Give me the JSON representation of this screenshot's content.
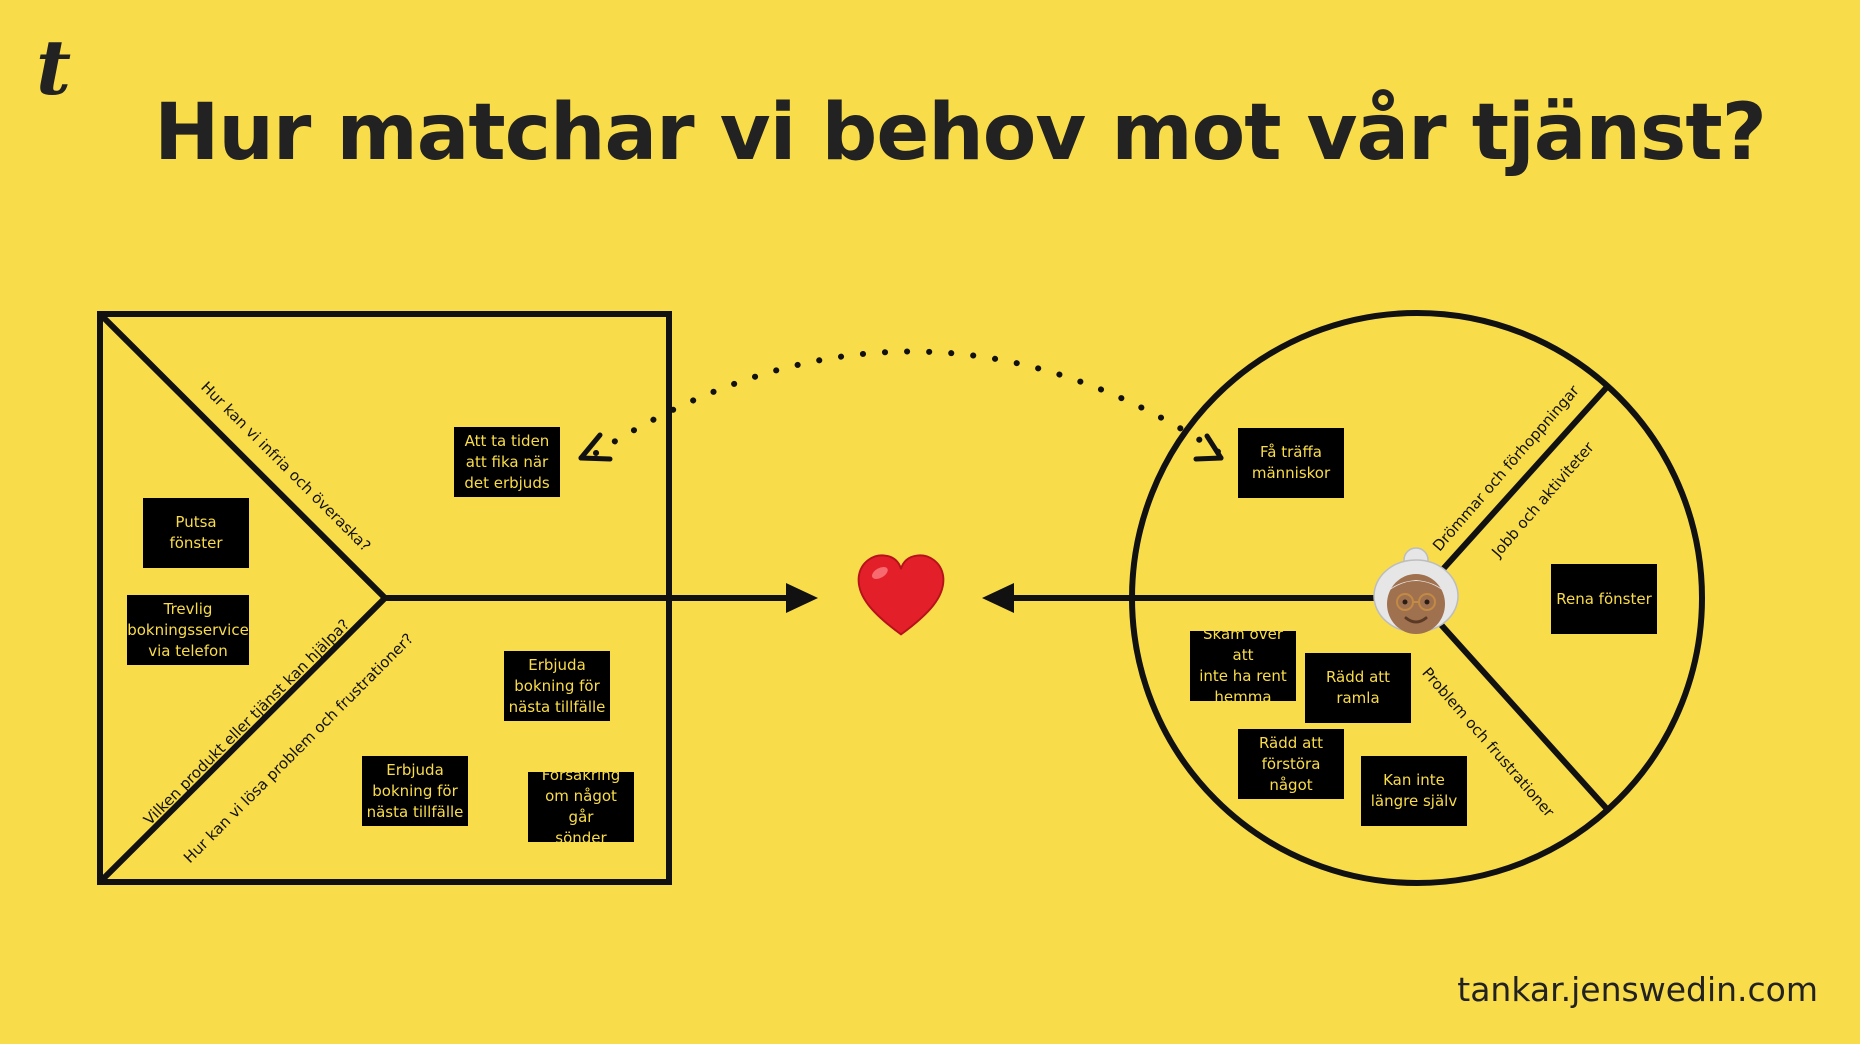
{
  "logo": "t",
  "title": "Hur matchar vi behov mot vår tjänst?",
  "footer": "tankar.jenswedin.com",
  "value_map": {
    "labels": {
      "gain_creators": "Hur kan vi infria och överaska?",
      "products": "Vilken produkt eller tjänst kan hjälpa?",
      "pain_relievers": "Hur kan vi lösa problem och frustrationer?"
    },
    "notes": [
      "Att ta tiden\natt fika när\ndet erbjuds",
      "Putsa fönster",
      "Trevlig\nbokningsservice\nvia telefon",
      "Erbjuda\nbokning för\nnästa tillfälle",
      "Erbjuda\nbokning för\nnästa tillfälle",
      "Försäkring\nom något går\nsönder"
    ]
  },
  "customer_profile": {
    "labels": {
      "gains": "Drömmar och förhoppningar",
      "jobs": "Jobb och aktiviteter",
      "pains": "Problem och frustrationer"
    },
    "notes": [
      "Få träffa\nmänniskor",
      "Rena fönster",
      "Skam över att\ninte ha rent\nhemma",
      "Rädd att\nramla",
      "Rädd att\nförstöra\nnågot",
      "Kan inte\nlängre själv"
    ]
  },
  "colors": {
    "background": "#F9DC4A",
    "ink": "#111111",
    "heart": "#E3202A"
  },
  "icons": {
    "fit": "heart-icon",
    "persona": "older-woman-icon"
  }
}
